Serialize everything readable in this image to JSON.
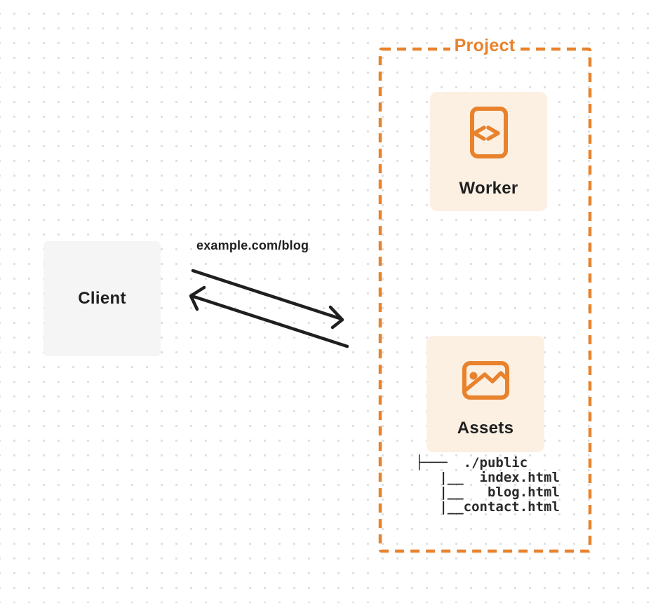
{
  "colors": {
    "orange": "#E8822D",
    "cream": "#FCF0E3",
    "client_bg": "#F5F5F6",
    "ink": "#1F1F1F"
  },
  "client": {
    "label": "Client"
  },
  "request": {
    "label": "example.com/blog"
  },
  "project": {
    "label": "Project",
    "worker": {
      "label": "Worker",
      "icon": "code-icon"
    },
    "assets": {
      "label": "Assets",
      "icon": "image-icon",
      "tree": {
        "lines": [
          "├───  ./public",
          "   |__  index.html",
          "   |__   blog.html",
          "   |__contact.html"
        ]
      }
    }
  }
}
